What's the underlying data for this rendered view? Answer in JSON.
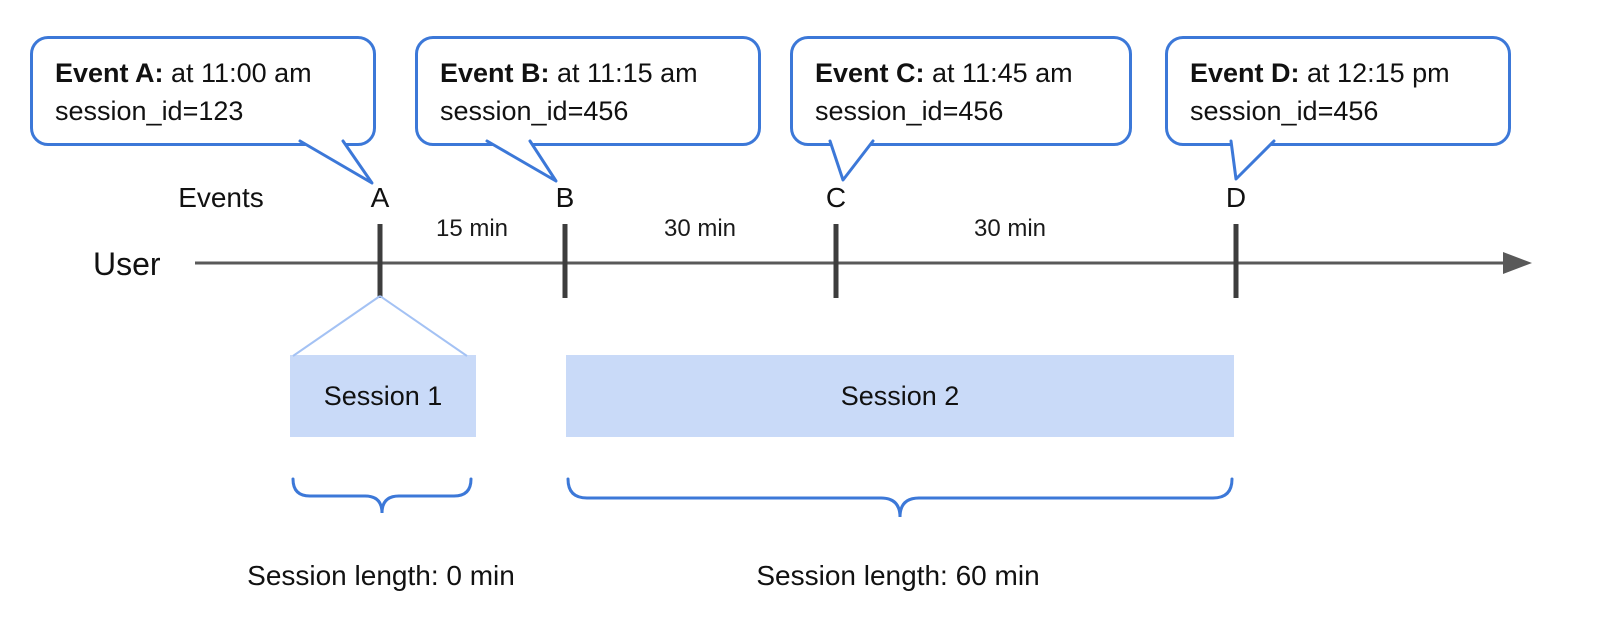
{
  "diagram": {
    "user_label": "User",
    "events_label": "Events",
    "callouts": [
      {
        "bold": "Event A:",
        "rest": " at 11:00 am",
        "line2": "session_id=123"
      },
      {
        "bold": "Event B:",
        "rest": " at 11:15 am",
        "line2": "session_id=456"
      },
      {
        "bold": "Event C:",
        "rest": " at 11:45 am",
        "line2": "session_id=456"
      },
      {
        "bold": "Event D:",
        "rest": " at 12:15 pm",
        "line2": "session_id=456"
      }
    ],
    "event_letters": [
      "A",
      "B",
      "C",
      "D"
    ],
    "intervals": [
      "15 min",
      "30 min",
      "30 min"
    ],
    "sessions": [
      {
        "label": "Session 1",
        "length_label": "Session length: 0 min"
      },
      {
        "label": "Session 2",
        "length_label": "Session length: 60 min"
      }
    ],
    "colors": {
      "accent_blue": "#3c78d8",
      "session_fill": "#c9daf8",
      "funnel_line": "#a4c2f4",
      "timeline_gray": "#595959"
    }
  }
}
